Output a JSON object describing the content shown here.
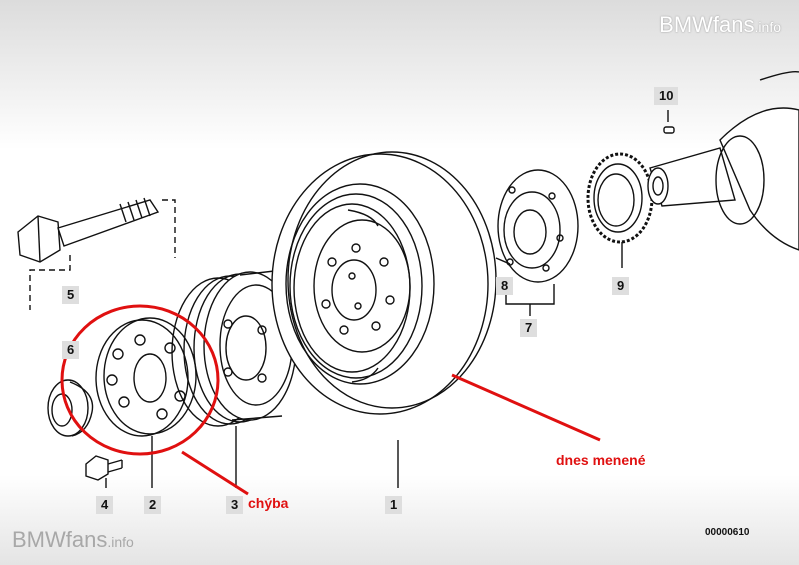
{
  "watermark": {
    "brand": "BMWfans",
    "suffix": ".info"
  },
  "part_labels": {
    "p1": "1",
    "p2": "2",
    "p3": "3",
    "p4": "4",
    "p5": "5",
    "p6": "6",
    "p7": "7",
    "p8": "8",
    "p9": "9",
    "p10": "10"
  },
  "annotations": {
    "missing": "chýba",
    "replaced_today": "dnes menené"
  },
  "diagram_code": "00000610",
  "colors": {
    "annotation_red": "#e01010",
    "label_background": "#dedede",
    "line_art": "#111111"
  }
}
